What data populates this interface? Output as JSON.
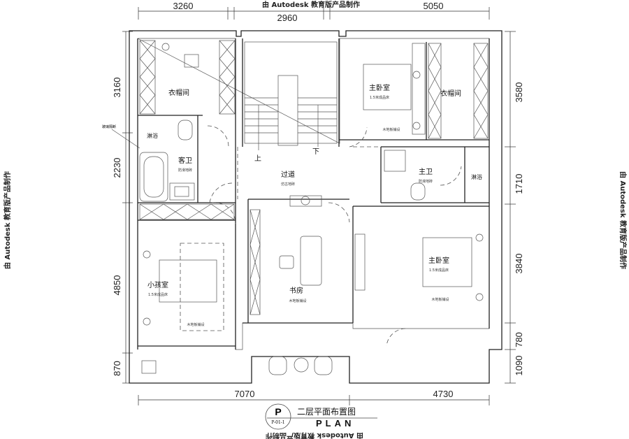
{
  "watermark": "由 Autodesk 教育版产品制作",
  "dimensions": {
    "top": [
      "3260",
      "2960",
      "5050"
    ],
    "left": [
      "3160",
      "2230",
      "4850",
      "870"
    ],
    "right": [
      "3580",
      "1710",
      "3840",
      "780",
      "1090"
    ],
    "bottom": [
      "7070",
      "4730"
    ]
  },
  "rooms": {
    "cloak_left": "衣帽间",
    "shower_left": "淋浴",
    "guest_bath": "客卫",
    "guest_bath_sub": "防滑地砖",
    "corridor": "过道",
    "corridor_sub": "仿古地砖",
    "stair_up": "上",
    "stair_down": "下",
    "master_top": "主卧室",
    "master_top_bed": "1.5米成品床",
    "master_top_floor": "木地板铺设",
    "cloak_right": "衣帽间",
    "master_bath": "主卫",
    "master_bath_sub": "防滑地砖",
    "shower_right": "淋浴",
    "kids_room": "小孩室",
    "kids_bed": "1.5米成品床",
    "kids_floor": "木地板铺设",
    "study": "书房",
    "study_floor": "木地板铺设",
    "master_bottom": "主卧室",
    "master_bottom_bed": "1.5米成品床",
    "master_bottom_floor": "木地板铺设",
    "glass_note": "玻璃隔断"
  },
  "title_block": {
    "symbol": "P",
    "sheet": "P-01-1",
    "title": "二层平面布置图",
    "subtitle": "PLAN"
  }
}
